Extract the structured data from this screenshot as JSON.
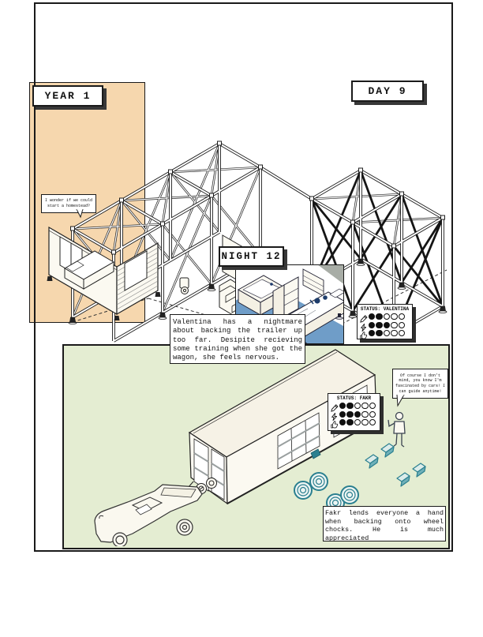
{
  "labels": {
    "year": "YEAR 1",
    "day": "DAY 9",
    "night": "NIGHT 12"
  },
  "bubbles": {
    "homestead": "I wonder if we could start a homestead?",
    "fakr": "Of course I don't mind, you know I'm fascinated by cars! I can guide anytime!"
  },
  "captions": {
    "valentina": "Valentina has a nightmare about backing the trailer up too far. Desipite recieving some training when she got the wagon, she feels nervous.",
    "fakr": "Fakr lends everyone a hand when backing onto wheel chocks. He is much appreciated"
  },
  "statuses": [
    {
      "title": "STATUS: VALENTINA",
      "rows": [
        {
          "icon": "pencil-icon",
          "filled": 2,
          "total": 5
        },
        {
          "icon": "lightning-icon",
          "filled": 3,
          "total": 5
        },
        {
          "icon": "thumbs-up-icon",
          "filled": 2,
          "total": 5
        }
      ]
    },
    {
      "title": "STATUS: FAKR",
      "rows": [
        {
          "icon": "pencil-icon",
          "filled": 2,
          "total": 5
        },
        {
          "icon": "lightning-icon",
          "filled": 3,
          "total": 5
        },
        {
          "icon": "thumbs-up-icon",
          "filled": 2,
          "total": 5
        }
      ]
    }
  ],
  "colors": {
    "orange_panel": "#f6d7ae",
    "green_panel": "#e4edd2",
    "blue_floor": "#6f9dc8",
    "teal": "#2a7f8f",
    "teal_light": "#e9f4f2",
    "label_shadow": "#383838",
    "ink": "#1a1a1a"
  }
}
